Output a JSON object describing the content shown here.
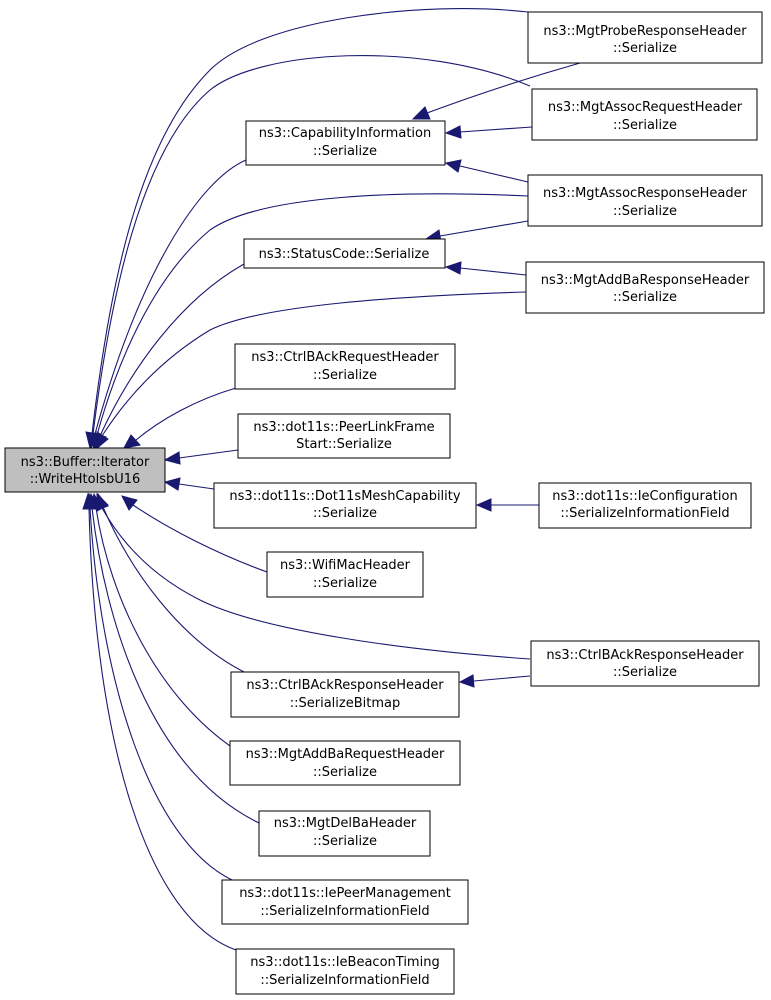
{
  "root": {
    "line1": "ns3::Buffer::Iterator",
    "line2": "::WriteHtolsbU16",
    "fill": "#bfbfbf"
  },
  "callers": {
    "capability_info": {
      "line1": "ns3::CapabilityInformation",
      "line2": "::Serialize"
    },
    "status_code": {
      "line1": "ns3::StatusCode::Serialize"
    },
    "ctrl_back_request": {
      "line1": "ns3::CtrlBAckRequestHeader",
      "line2": "::Serialize"
    },
    "peer_link_frame": {
      "line1": "ns3::dot11s::PeerLinkFrame",
      "line2": "Start::Serialize"
    },
    "mesh_capability": {
      "line1": "ns3::dot11s::Dot11sMeshCapability",
      "line2": "::Serialize"
    },
    "wifi_mac_header": {
      "line1": "ns3::WifiMacHeader",
      "line2": "::Serialize"
    },
    "ctrl_back_response_bitmap": {
      "line1": "ns3::CtrlBAckResponseHeader",
      "line2": "::SerializeBitmap"
    },
    "mgt_addba_request": {
      "line1": "ns3::MgtAddBaRequestHeader",
      "line2": "::Serialize"
    },
    "mgt_delba": {
      "line1": "ns3::MgtDelBaHeader",
      "line2": "::Serialize"
    },
    "ie_peer_management": {
      "line1": "ns3::dot11s::IePeerManagement",
      "line2": "::SerializeInformationField"
    },
    "ie_beacon_timing": {
      "line1": "ns3::dot11s::IeBeaconTiming",
      "line2": "::SerializeInformationField"
    },
    "mgt_probe_response": {
      "line1": "ns3::MgtProbeResponseHeader",
      "line2": "::Serialize"
    },
    "mgt_assoc_request": {
      "line1": "ns3::MgtAssocRequestHeader",
      "line2": "::Serialize"
    },
    "mgt_assoc_response": {
      "line1": "ns3::MgtAssocResponseHeader",
      "line2": "::Serialize"
    },
    "mgt_addba_response": {
      "line1": "ns3::MgtAddBaResponseHeader",
      "line2": "::Serialize"
    },
    "ie_configuration": {
      "line1": "ns3::dot11s::IeConfiguration",
      "line2": "::SerializeInformationField"
    },
    "ctrl_back_response_serialize": {
      "line1": "ns3::CtrlBAckResponseHeader",
      "line2": "::Serialize"
    }
  },
  "colors": {
    "edge": "#191970",
    "node_fill": "#ffffff",
    "node_border": "#000000"
  }
}
